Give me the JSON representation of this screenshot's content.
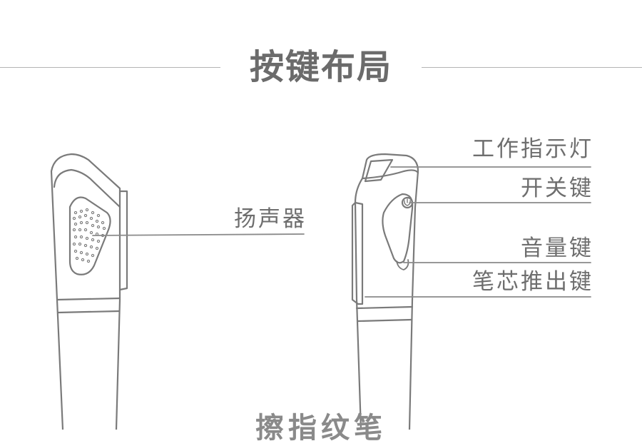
{
  "title": "按键布局",
  "labels": {
    "speaker": "扬声器",
    "indicator": "工作指示灯",
    "power": "开关键",
    "volume": "音量键",
    "eject": "笔芯推出键"
  },
  "cut_text": "擦指纹笔",
  "colors": {
    "outline": "#7a7a7a",
    "text": "#6e6e6e",
    "rule": "#b4b4b4"
  }
}
